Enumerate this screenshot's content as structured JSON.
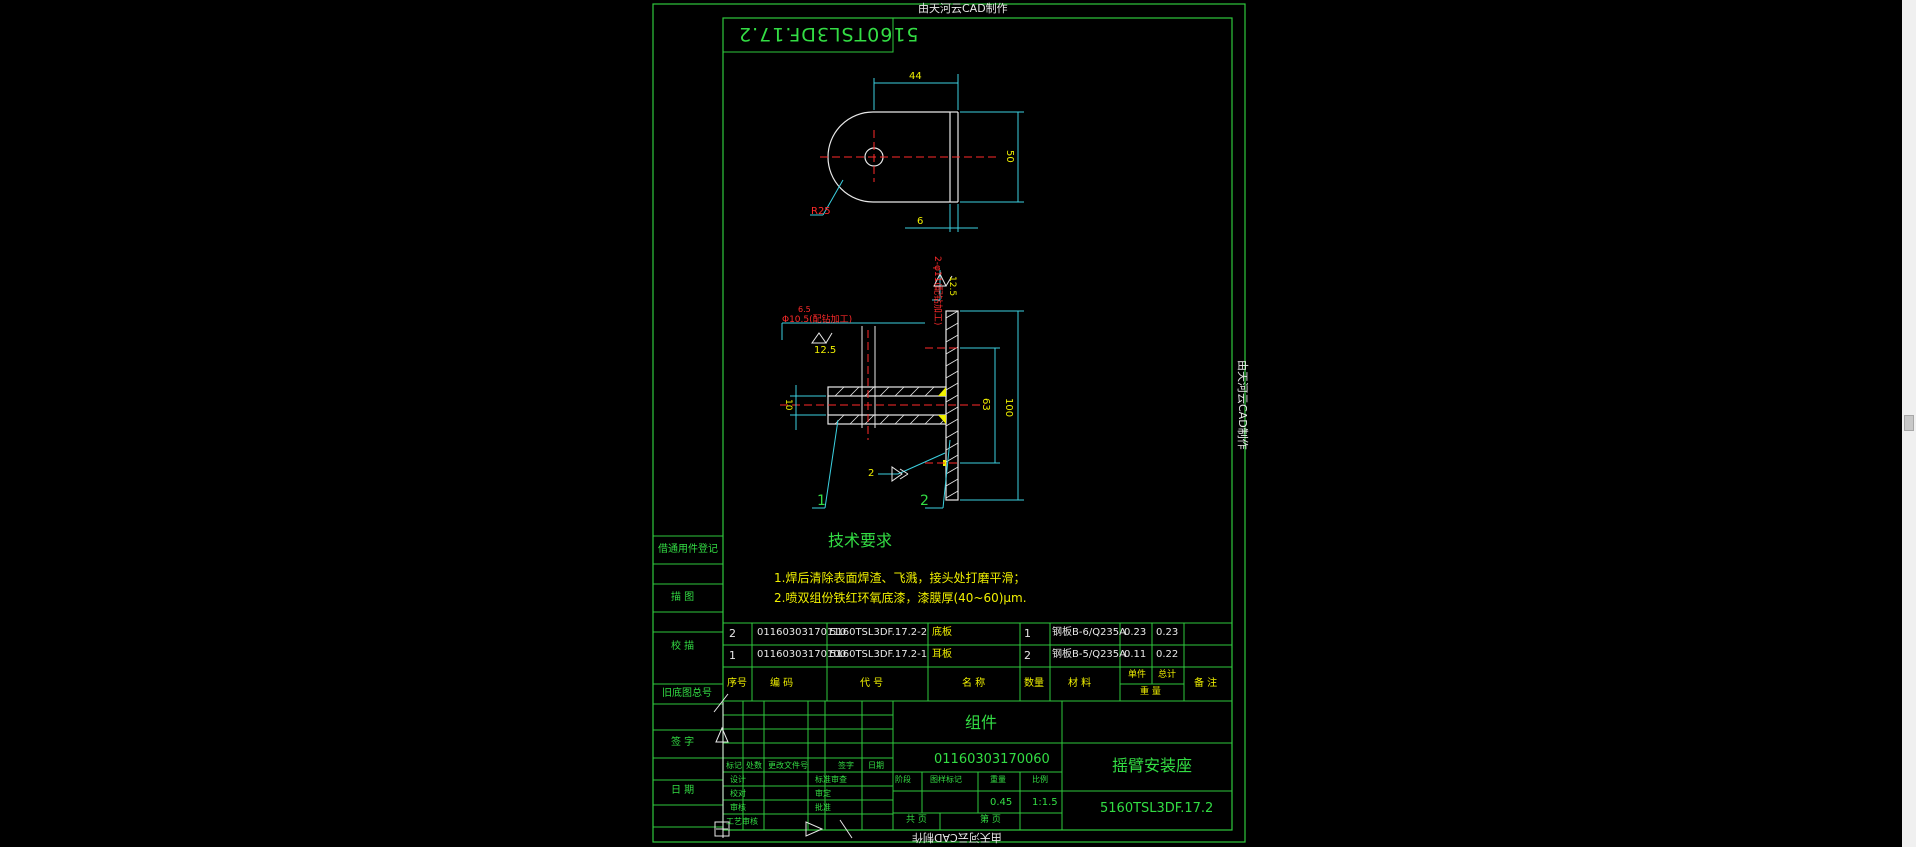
{
  "watermark": "由天河云CAD制作",
  "drawing_no_mirror": "5160TSL3DF.17.2",
  "part_view": {
    "dim_width": "44",
    "dim_height": "50",
    "dim_thickness": "6",
    "dim_radius": "R25"
  },
  "section_view": {
    "note_top": "2-φ11(配钻加工)",
    "note_left_hole": "Φ10.5(配钻加工)",
    "note_left_small": "6.5",
    "rough_top": "12.5",
    "rough_left": "12.5",
    "dim_10": "10",
    "dim_63": "63",
    "dim_100": "100",
    "weld_symbol": "2",
    "callout_1": "1",
    "callout_2": "2"
  },
  "tech": {
    "title": "技术要求",
    "line1": "1.焊后清除表面焊渣、飞溅，接头处打磨平滑；",
    "line2": "2.喷双组份铁红环氧底漆，漆膜厚(40~60)μm."
  },
  "left_strip": [
    "借通用件登记",
    "描 图",
    "校 描",
    "旧底图总号",
    "签 字",
    "日 期"
  ],
  "bom": {
    "rows": [
      {
        "no": "2",
        "code": "01160303170110",
        "dwg": "5160TSL3DF.17.2-2",
        "name": "底板",
        "qty": "1",
        "mat": "钢板B-6/Q235A",
        "unit": "0.23",
        "total": "0.23"
      },
      {
        "no": "1",
        "code": "01160303170100",
        "dwg": "5160TSL3DF.17.2-1",
        "name": "耳板",
        "qty": "2",
        "mat": "钢板B-5/Q235A",
        "unit": "0.11",
        "total": "0.22"
      }
    ],
    "header": {
      "no": "序号",
      "code": "编 码",
      "dwg": "代 号",
      "name": "名 称",
      "qty": "数量",
      "mat": "材 料",
      "unit": "单件",
      "total": "总计",
      "weight": "重 量",
      "remark": "备 注"
    }
  },
  "title_block": {
    "kind": "组件",
    "code": "01160303170060",
    "name": "摇臂安装座",
    "dwg_no": "5160TSL3DF.17.2",
    "weight": "0.45",
    "scale": "1:1.5",
    "rev_headers": [
      "标记",
      "处数",
      "更改文件号",
      "签字",
      "日期"
    ],
    "sign_left": [
      "设计",
      "校对",
      "审核",
      "工艺审核"
    ],
    "sign_mid": [
      "标准审查",
      "审定",
      "批准"
    ],
    "stage_headers": [
      "阶段",
      "图样标记",
      "重量",
      "比例"
    ],
    "sheet_total": "共 页",
    "sheet_no": "第 页"
  }
}
